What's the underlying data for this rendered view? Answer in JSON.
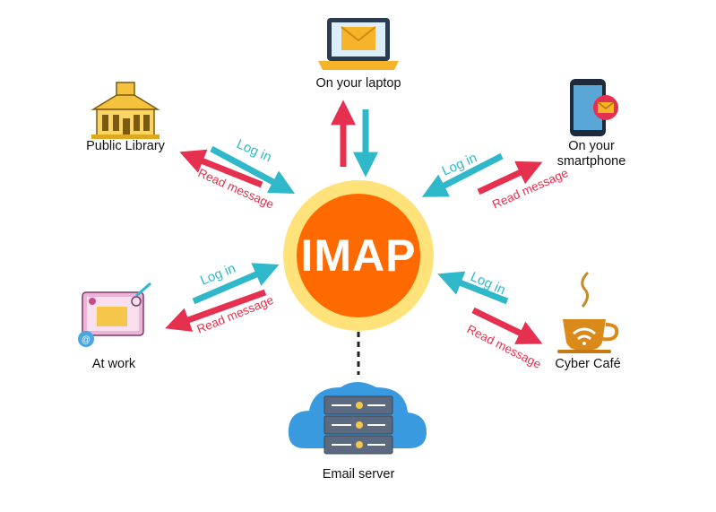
{
  "center": {
    "label": "IMAP"
  },
  "nodes": {
    "laptop": {
      "label": "On your laptop",
      "icon": "laptop-mail-icon"
    },
    "library": {
      "label": "Public Library",
      "icon": "library-building-icon"
    },
    "smartphone": {
      "label_line1": "On your",
      "label_line2": "smartphone",
      "icon": "smartphone-mail-icon"
    },
    "work": {
      "label": "At work",
      "icon": "computer-email-icon"
    },
    "cafe": {
      "label": "Cyber Café",
      "icon": "coffee-cup-wifi-icon"
    },
    "server": {
      "label": "Email server",
      "icon": "cloud-server-icon"
    }
  },
  "arrow_labels": {
    "login": "Log in",
    "read": "Read message"
  },
  "colors": {
    "login_arrow": "#2fb8c9",
    "read_arrow": "#e6304f",
    "imap_core": "#ff6a00",
    "imap_ring": "#ffe27a"
  }
}
